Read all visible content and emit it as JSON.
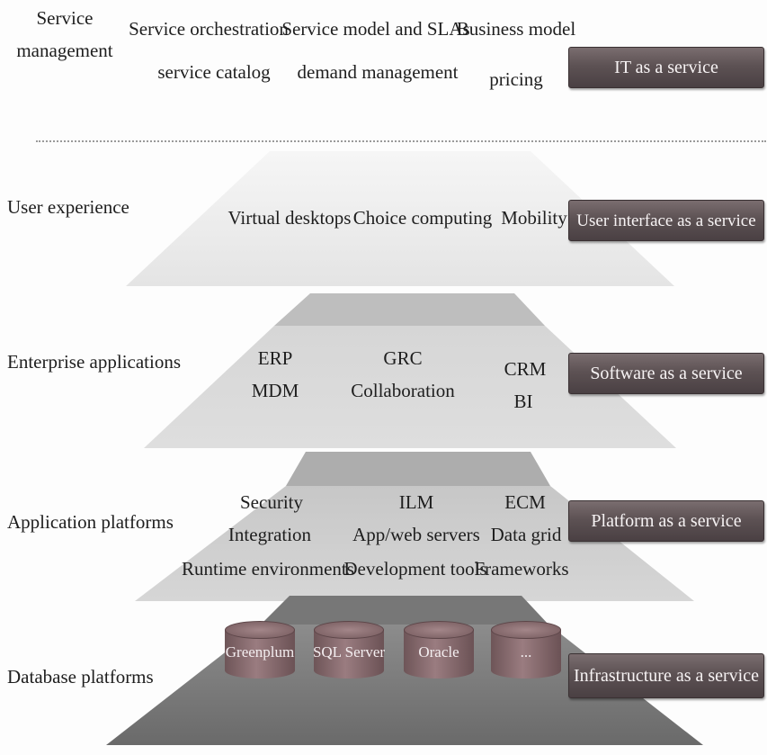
{
  "top": {
    "service_management": [
      "Service",
      "management"
    ],
    "orchestration": [
      "Service orchestration",
      "service catalog"
    ],
    "model_slas": [
      "Service model and SLAs",
      "demand management"
    ],
    "business_model": [
      "Business model",
      "pricing"
    ],
    "badge": "IT as a service"
  },
  "layers": [
    {
      "label": "User experience",
      "badge": "User interface as a service",
      "items": [
        "Virtual desktops",
        "Choice computing",
        "Mobility"
      ]
    },
    {
      "label": "Enterprise applications",
      "badge": "Software as a service",
      "columns": [
        [
          "ERP",
          "MDM"
        ],
        [
          "GRC",
          "Collaboration"
        ],
        [
          "CRM",
          "BI"
        ]
      ]
    },
    {
      "label": "Application platforms",
      "badge": "Platform as a service",
      "columns": [
        [
          "Security",
          "Integration",
          "Runtime environments"
        ],
        [
          "ILM",
          "App/web servers",
          "Development tools"
        ],
        [
          "ECM",
          "Data grid",
          "Frameworks"
        ]
      ]
    },
    {
      "label": "Database platforms",
      "badge": "Infrastructure as a service",
      "databases": [
        "Greenplum",
        "SQL Server",
        "Oracle",
        "..."
      ]
    }
  ]
}
